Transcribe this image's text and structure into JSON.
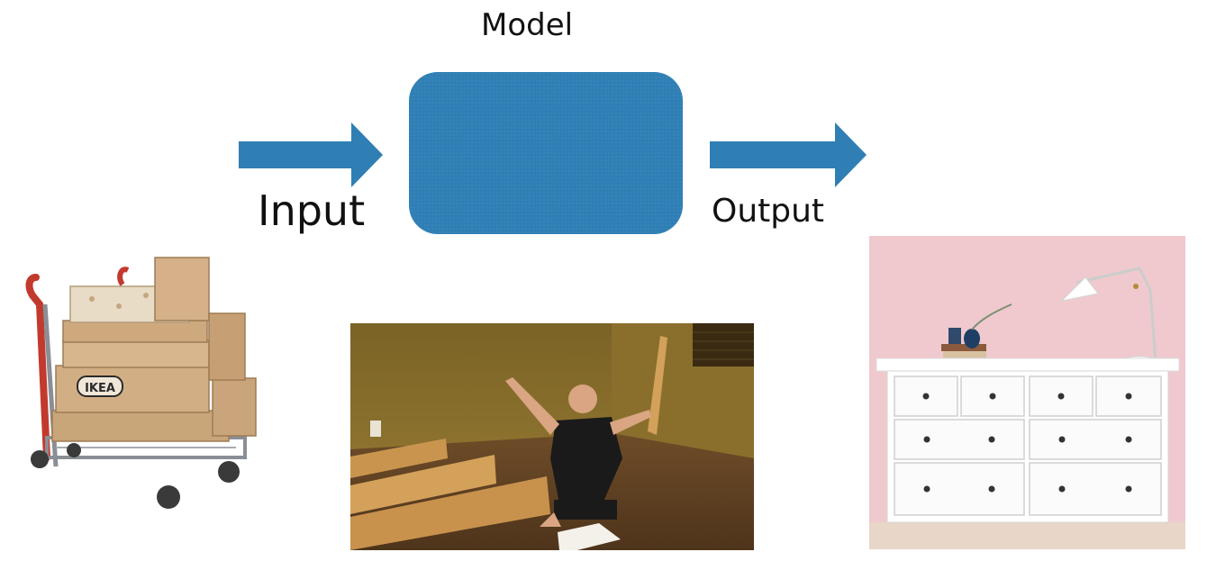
{
  "diagram": {
    "model_label": "Model",
    "input_label": "Input",
    "output_label": "Output",
    "colors": {
      "box": "#2f7fb5",
      "arrow": "#2f7fb5",
      "text": "#111111"
    },
    "images": {
      "input_image": "flat-pack-boxes-on-cart",
      "process_image": "person-assembling-furniture",
      "output_image": "white-dresser"
    }
  }
}
